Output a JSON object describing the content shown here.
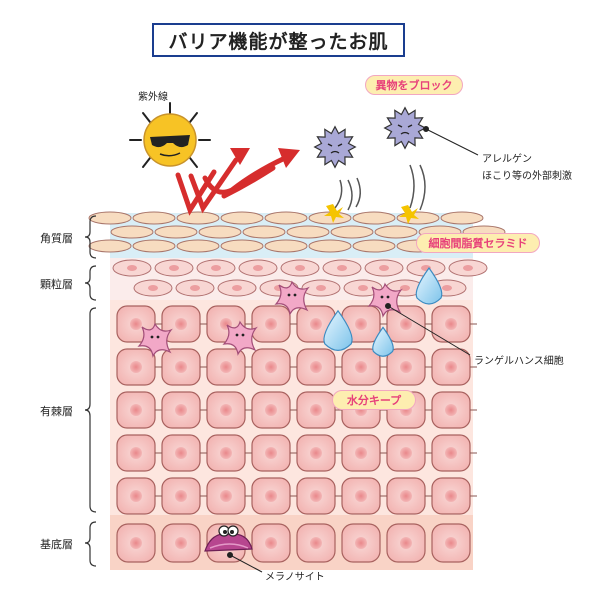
{
  "title": "バリア機能が整ったお肌",
  "labels": {
    "uv": "紫外線",
    "block_foreign": "異物をブロック",
    "allergen_line1": "アレルゲン",
    "allergen_line2": "ほこり等の外部刺激",
    "ceramide": "細胞間脂質セラミド",
    "langerhans": "ランゲルハンス細胞",
    "keep_water": "水分キープ",
    "melanocyte": "メラノサイト"
  },
  "layers": {
    "stratum_corneum": "角質層",
    "stratum_granulosum": "顆粒層",
    "stratum_spinosum": "有棘層",
    "stratum_basale": "基底層"
  },
  "icons": [
    "sun-icon",
    "allergen-icon",
    "water-drop-icon",
    "langerhans-cell-icon",
    "melanocyte-icon",
    "reflect-arrow-icon"
  ],
  "colors": {
    "title_border": "#1a3d8f",
    "pill_fill": "#fdeeb0",
    "pill_text": "#e7407a",
    "cell_fill": "#f7c6c4",
    "cell_outline": "#a8625f",
    "corneum_blue": "#cde9f2",
    "arrow_red": "#d62d2d",
    "sun_yellow": "#f7c325"
  }
}
